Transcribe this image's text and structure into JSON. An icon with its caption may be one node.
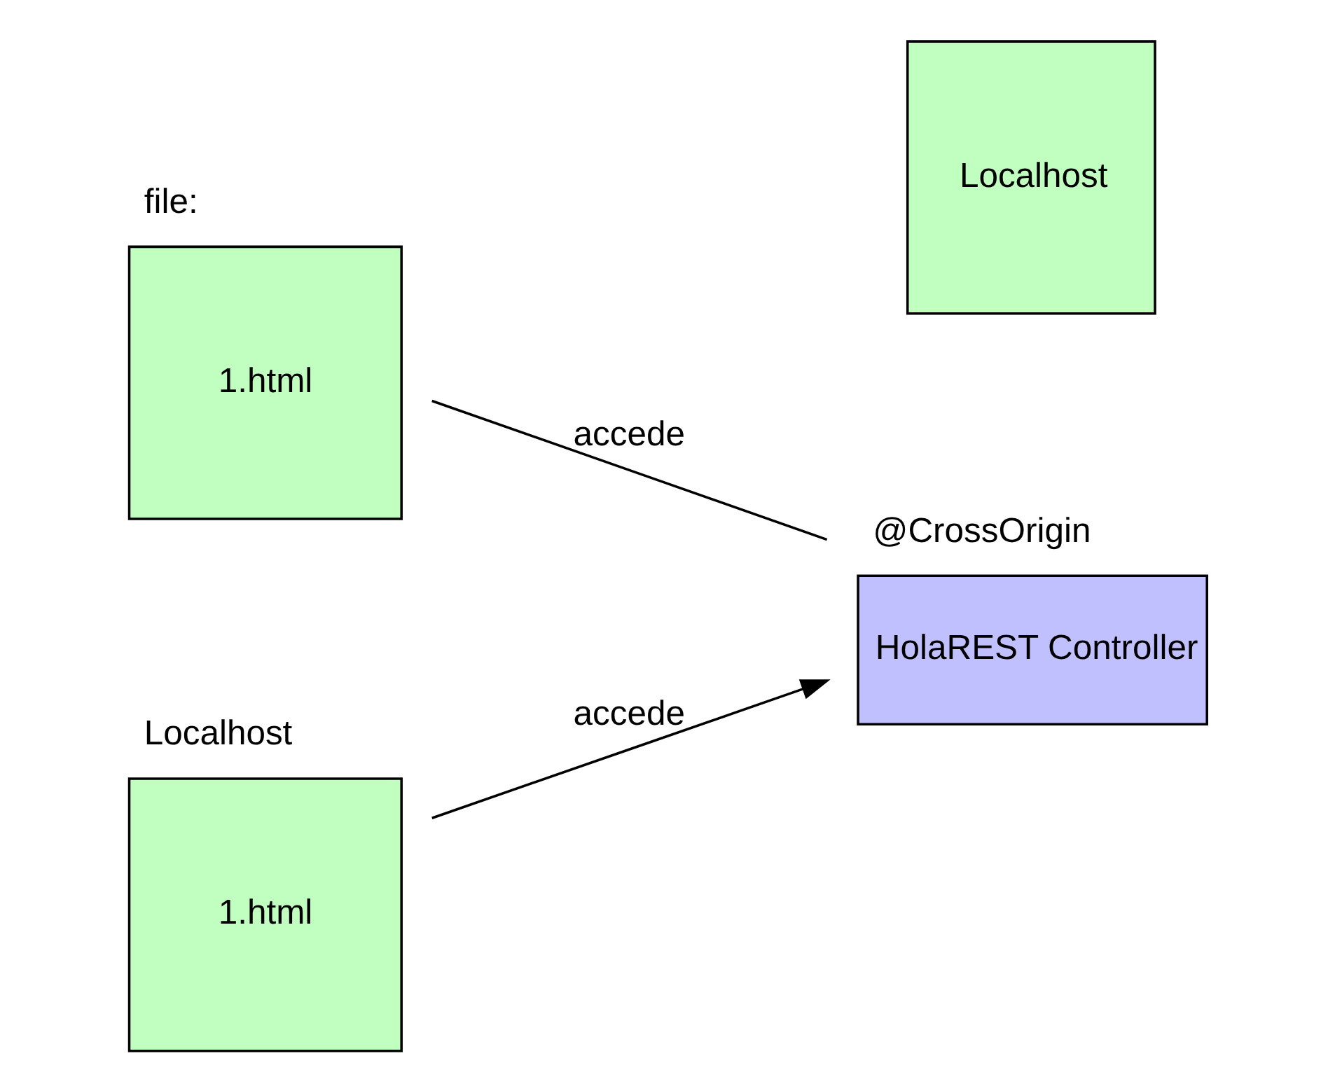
{
  "diagram": {
    "nodes": [
      {
        "text": [
          "file:",
          "1.html"
        ]
      },
      {
        "text": [
          "@CrossOrigin",
          "HolaREST Controller"
        ]
      },
      {
        "text": [
          "Localhost"
        ]
      },
      {
        "text": [
          "Localhost",
          "1.html"
        ]
      }
    ],
    "edges": [
      {
        "from": 0,
        "to": 1,
        "arrow": "none",
        "label": "accede"
      },
      {
        "from": 3,
        "to": 1,
        "arrow": "to",
        "label": "accede"
      }
    ]
  }
}
